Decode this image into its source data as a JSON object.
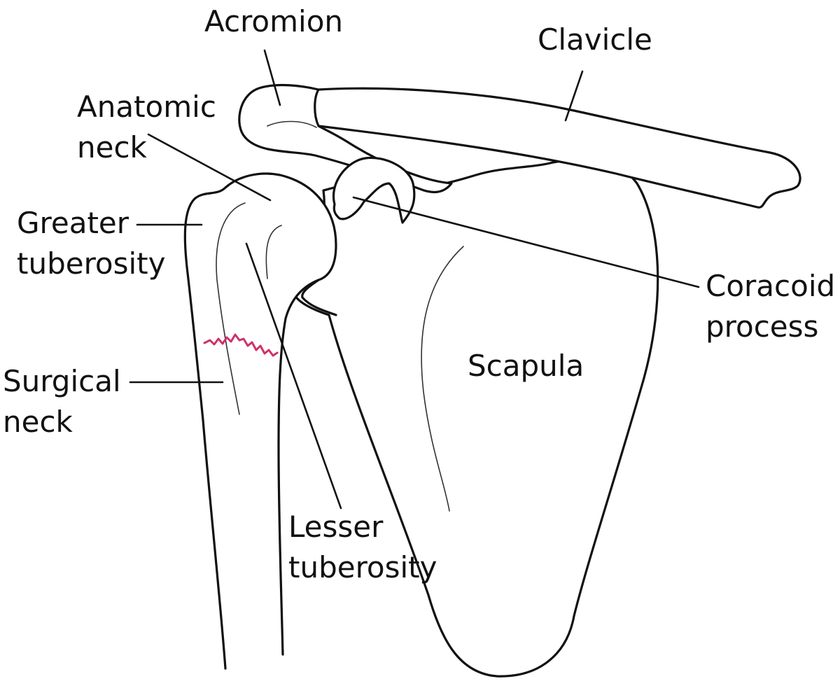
{
  "labels": {
    "acromion": "Acromion",
    "clavicle": "Clavicle",
    "anatomic_neck": [
      "Anatomic",
      "neck"
    ],
    "greater_tuberosity": [
      "Greater",
      "tuberosity"
    ],
    "coracoid_process": [
      "Coracoid",
      "process"
    ],
    "scapula": "Scapula",
    "surgical_neck": [
      "Surgical",
      "neck"
    ],
    "lesser_tuberosity": [
      "Lesser",
      "tuberosity"
    ]
  },
  "colors": {
    "outline": "#111111",
    "fracture_line": "#d0306a",
    "background": "#ffffff"
  }
}
